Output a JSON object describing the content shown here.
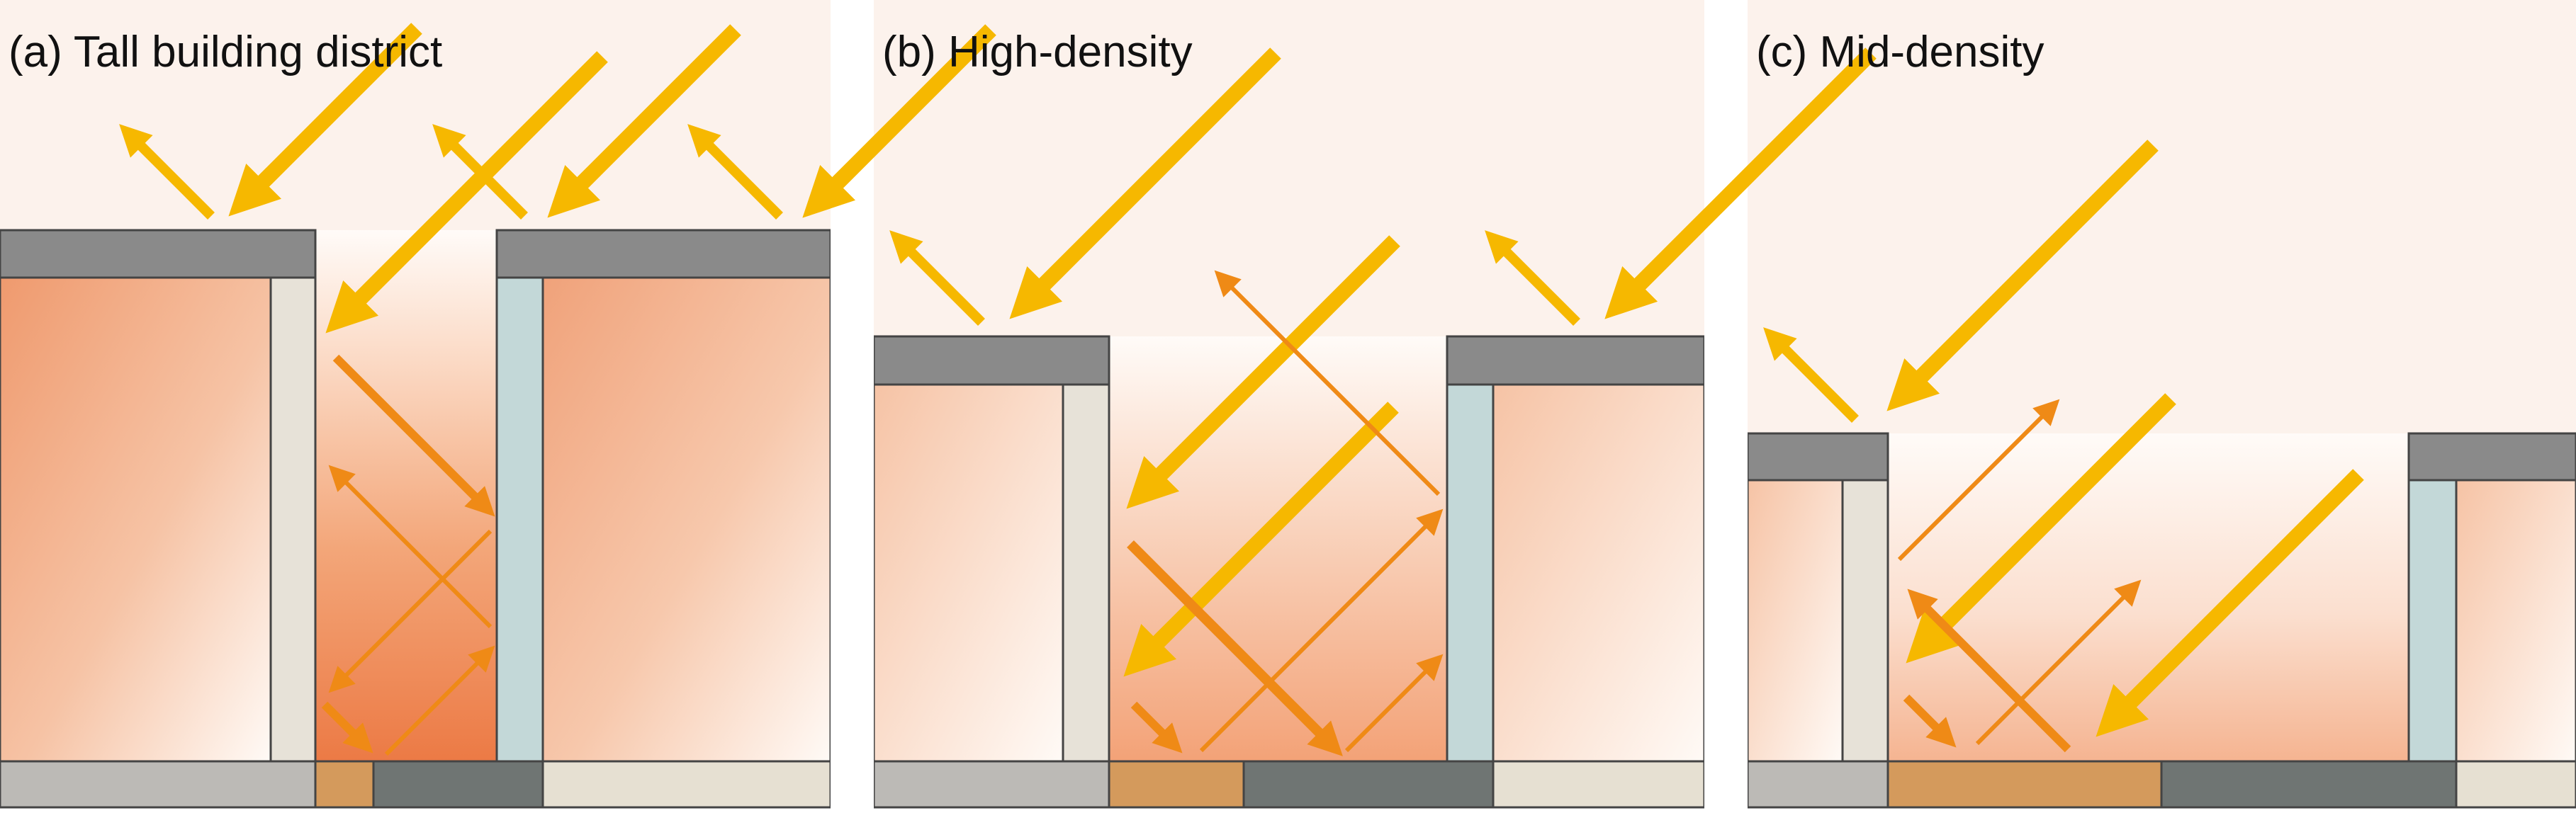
{
  "panels": [
    {
      "id": "a",
      "title": "(a) Tall building district"
    },
    {
      "id": "b",
      "title": "(b) High-density"
    },
    {
      "id": "c",
      "title": "(c) Mid-density"
    }
  ],
  "colors": {
    "sky": "#fcf2ec",
    "roof": "#8a8a8a",
    "direct_sunlight": "#f6b800",
    "reflected_radiation": "#ef8a16",
    "heat": "#ee7a40",
    "concrete_wall": "#e7e2d8",
    "glass_wall": "#c3d8d8",
    "ground_asphalt": "#6f7573",
    "ground_soil": "#d49a5c",
    "ground_paving": "#e6e0d2",
    "ground_grey": "#bcbab6"
  }
}
